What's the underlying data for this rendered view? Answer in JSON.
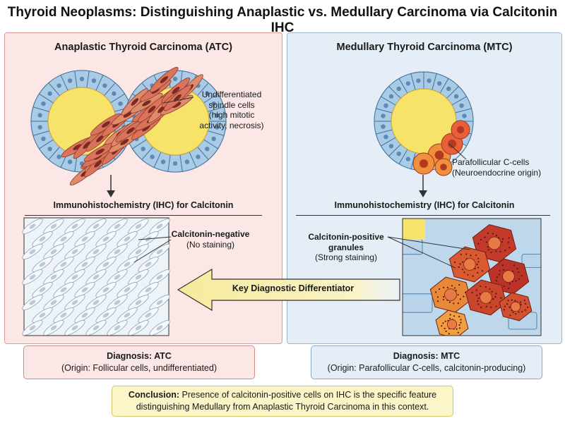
{
  "title": "Thyroid Neoplasms: Distinguishing Anaplastic vs. Medullary Carcinoma via Calcitonin IHC",
  "atc_panel": {
    "title": "Anaplastic Thyroid Carcinoma (ATC)",
    "cell_label": "Undifferentiated spindle cells (high mitotic activity, necrosis)",
    "cell_label_lines": [
      "Undifferentiated",
      "spindle cells",
      "(high mitotic",
      "activity, necrosis)"
    ],
    "ihc_title": "Immunohistochemistry (IHC) for Calcitonin",
    "stain_label": "Calcitonin-negative",
    "stain_sub": "(No staining)"
  },
  "mtc_panel": {
    "title": "Medullary Thyroid Carcinoma (MTC)",
    "cell_label_line1": "Parafollicular C-cells",
    "cell_label_line2": "(Neuroendocrine origin)",
    "ihc_title": "Immunohistochemistry (IHC) for Calcitonin",
    "stain_label_line1": "Calcitonin-positive",
    "stain_label_line2": "granules",
    "stain_sub": "(Strong staining)"
  },
  "arrow_label": "Key Diagnostic Differentiator",
  "diagnosis_atc": {
    "heading": "Diagnosis: ATC",
    "detail": "(Origin: Follicular cells, undifferentiated)"
  },
  "diagnosis_mtc": {
    "heading": "Diagnosis: MTC",
    "detail": "(Origin: Parafollicular C-cells, calcitonin-producing)"
  },
  "conclusion": {
    "lead": "Conclusion:",
    "text": "Presence of calcitonin-positive cells on IHC is the specific feature distinguishing Medullary from Anaplastic Thyroid Carcinoma in this context."
  },
  "colors": {
    "atc_bg": "#fbe7e5",
    "mtc_bg": "#e5eef7",
    "colloid": "#f7e36a",
    "follicle_cell": "#a9cbe6",
    "spindle": "#d9735a",
    "c_cell": "#f0903c",
    "arrow": "#f8f0b0",
    "conclusion_bg": "#fbf5c8"
  }
}
